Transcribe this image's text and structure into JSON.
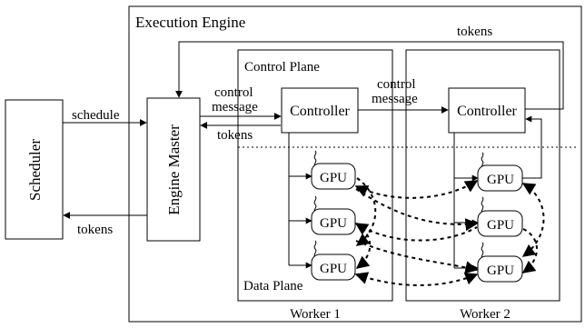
{
  "engine": {
    "title": "Execution Engine"
  },
  "scheduler": {
    "label": "Scheduler"
  },
  "engine_master": {
    "label": "Engine Master"
  },
  "control_plane": {
    "label": "Control Plane"
  },
  "data_plane": {
    "label": "Data Plane"
  },
  "workers": [
    {
      "name": "Worker 1",
      "controller": "Controller",
      "gpus": [
        "GPU",
        "GPU",
        "GPU"
      ]
    },
    {
      "name": "Worker 2",
      "controller": "Controller",
      "gpus": [
        "GPU",
        "GPU",
        "GPU"
      ]
    }
  ],
  "edges": {
    "schedule": "schedule",
    "tokens_to_scheduler": "tokens",
    "control_message_1_line1": "control",
    "control_message_1_line2": "message",
    "tokens_from_worker1": "tokens",
    "control_message_2_line1": "control",
    "control_message_2_line2": "message",
    "tokens_top": "tokens"
  }
}
